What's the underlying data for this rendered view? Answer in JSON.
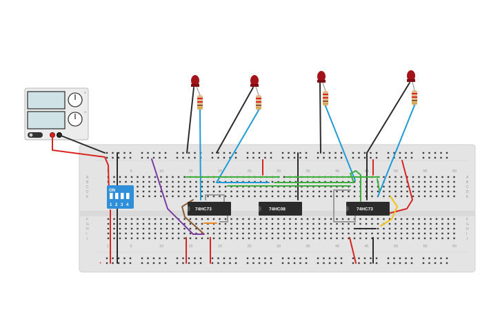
{
  "power_supply": {
    "knob_labels": [
      "V",
      "A"
    ]
  },
  "dip_switch": {
    "on_label": "ON",
    "numbers": [
      "1",
      "2",
      "3",
      "4"
    ],
    "color": "#2f8fd8"
  },
  "chips": [
    {
      "id": "u1",
      "label": "74HC73"
    },
    {
      "id": "u2",
      "label": "74HC08"
    },
    {
      "id": "u3",
      "label": "74HC73"
    }
  ],
  "breadboard": {
    "column_numbers": [
      "1",
      "5",
      "10",
      "15",
      "20",
      "25",
      "30",
      "35",
      "40",
      "45",
      "50",
      "55",
      "60"
    ],
    "row_letters_top": [
      "A",
      "B",
      "C",
      "D",
      "E"
    ],
    "row_letters_bottom": [
      "F",
      "G",
      "H",
      "I",
      "J"
    ]
  },
  "leds": {
    "count": 4,
    "color": "#a3141a"
  },
  "wire_colors": {
    "red": "#d8231e",
    "black": "#2a2a2a",
    "blue": "#1e9bd6",
    "green": "#3cae3a",
    "purple": "#7a3aa0",
    "brown": "#8a5a32",
    "gray": "#9a9a9a",
    "yellow": "#f2c10f",
    "orange": "#ef8a1e"
  }
}
